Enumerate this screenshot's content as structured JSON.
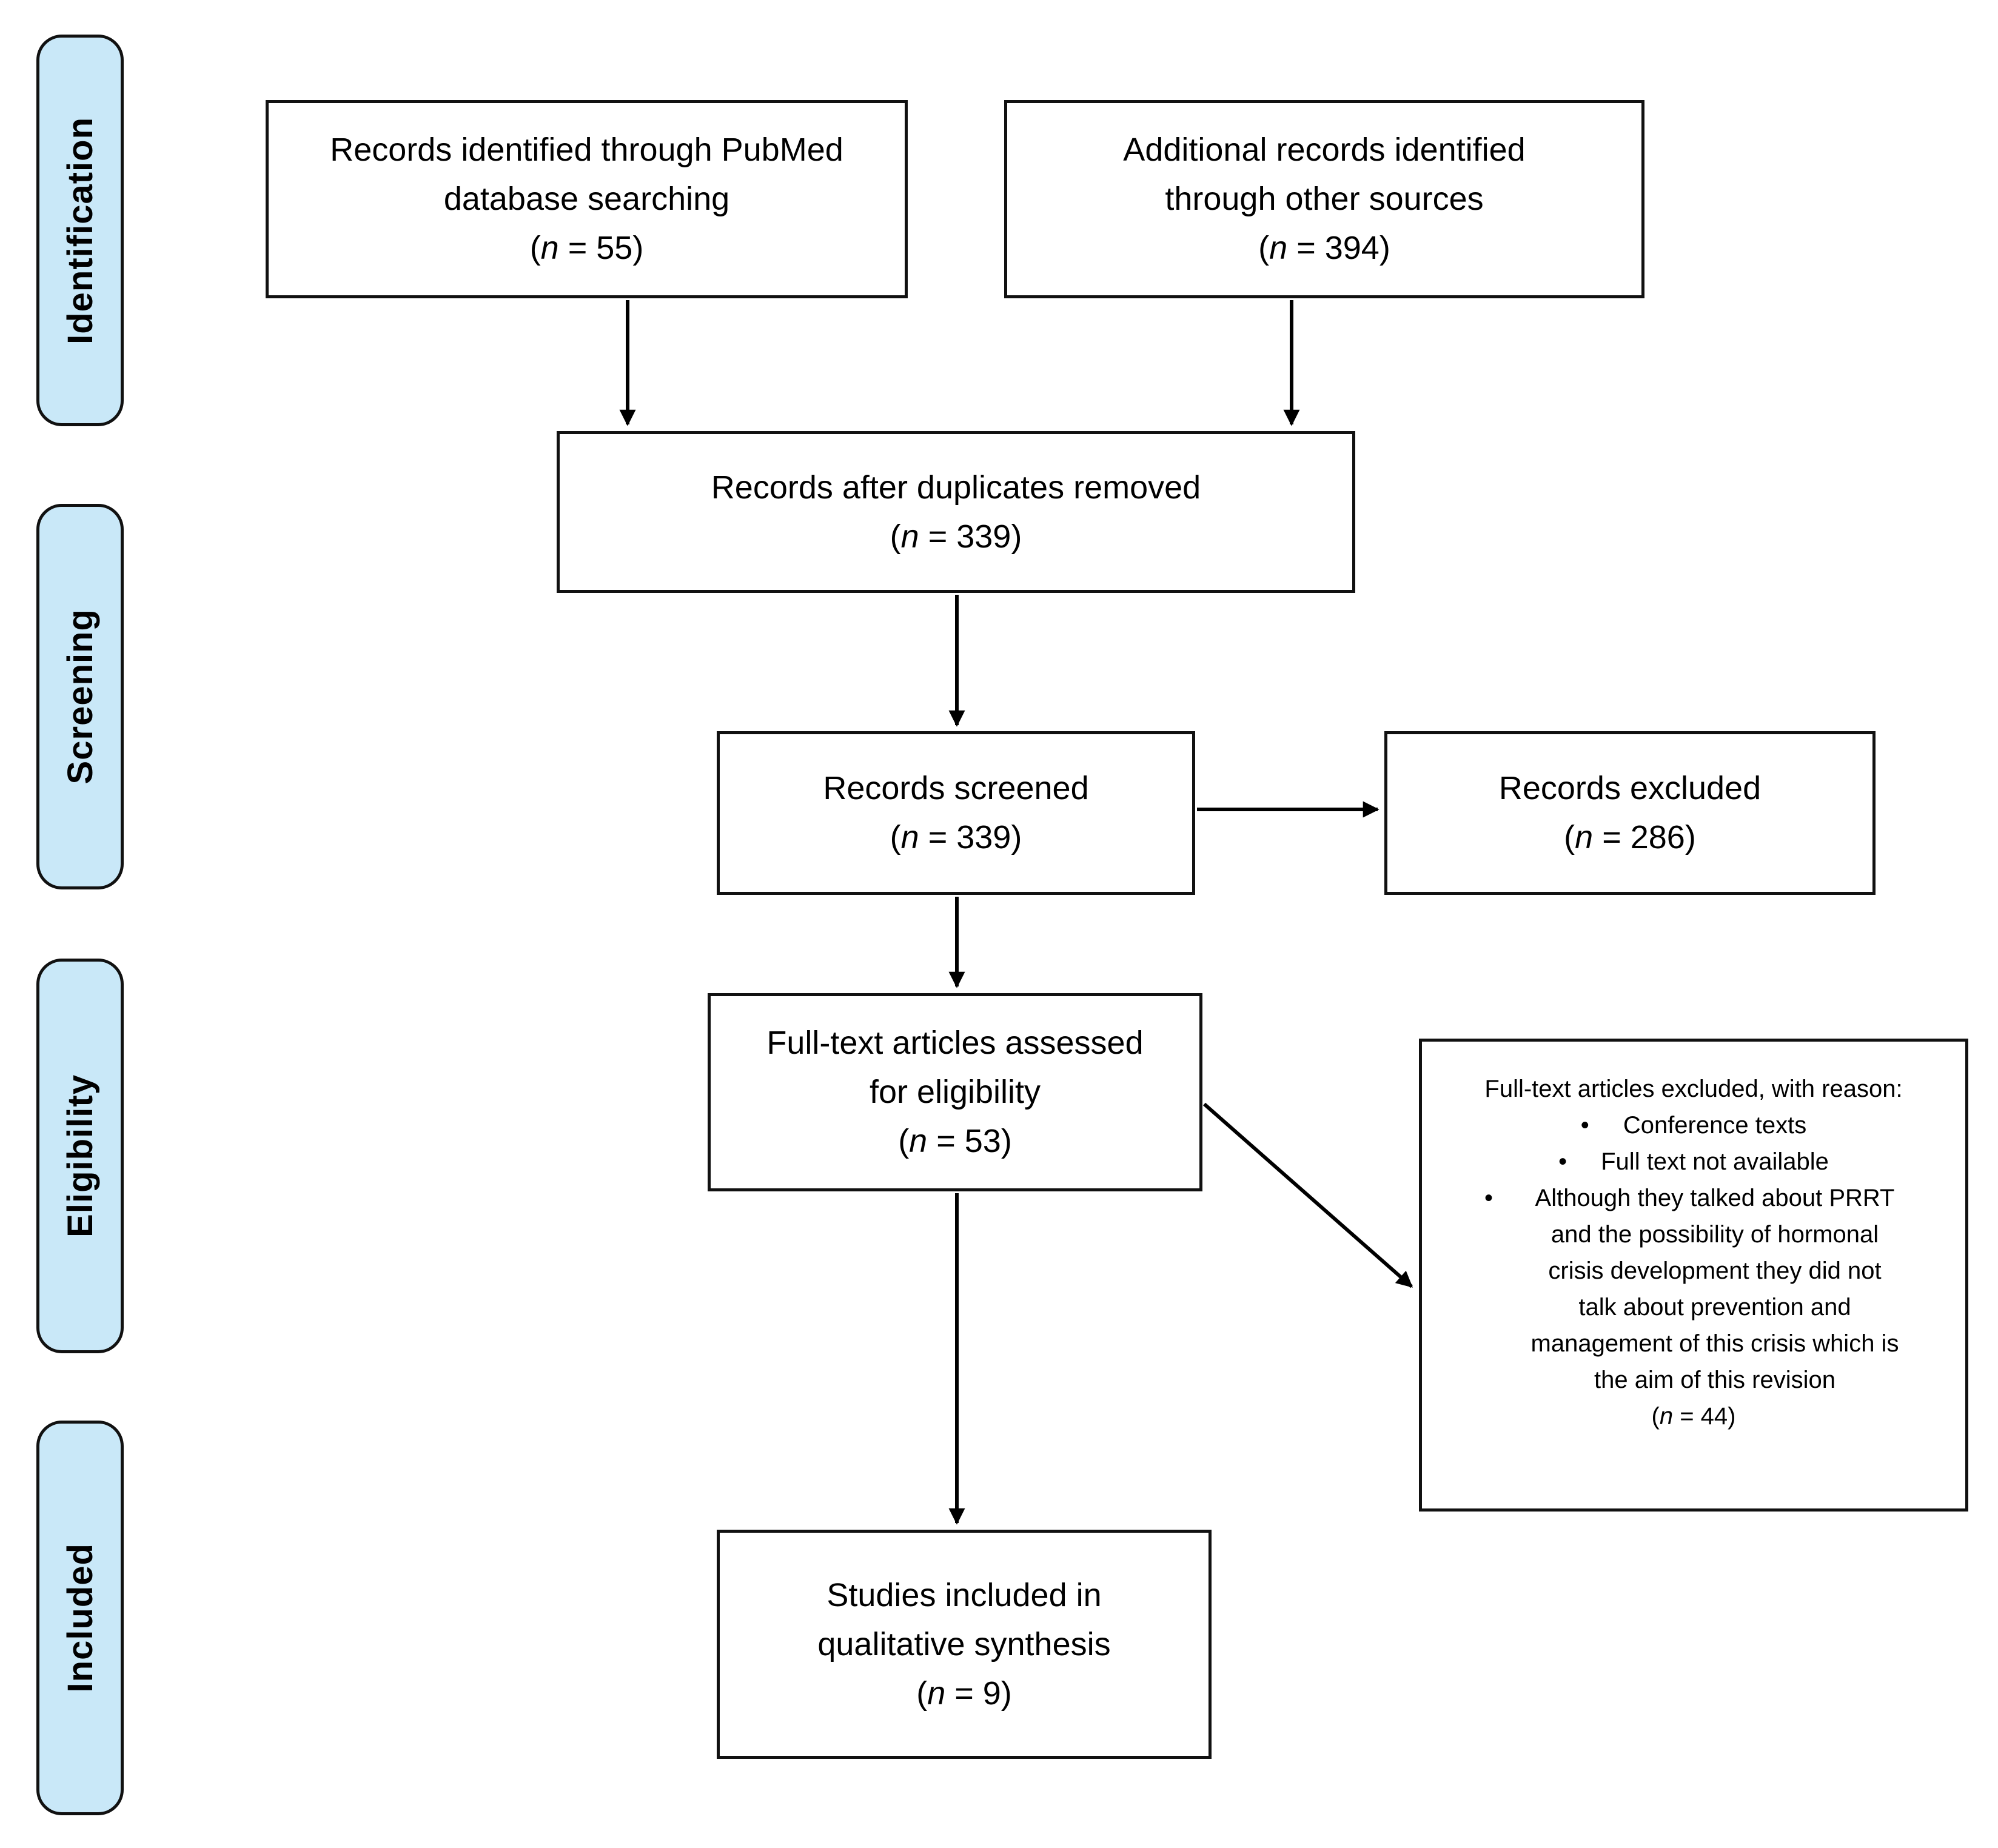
{
  "figure": {
    "type": "prisma-flow-diagram",
    "stages": [
      {
        "label": "Identification"
      },
      {
        "label": "Screening"
      },
      {
        "label": "Eligibility"
      },
      {
        "label": "Included"
      }
    ],
    "bullet_char": "•",
    "boxes": {
      "pubmed": {
        "lines": [
          "Records identified through PubMed",
          "database searching"
        ],
        "n_open": "(",
        "n_var": "n",
        "n_rest": " = 55)"
      },
      "other_sources": {
        "lines": [
          "Additional records identified",
          "through other sources"
        ],
        "n_open": "(",
        "n_var": "n",
        "n_rest": " = 394)"
      },
      "deduplicated": {
        "lines": [
          "Records after duplicates removed"
        ],
        "n_open": "(",
        "n_var": "n",
        "n_rest": " = 339)"
      },
      "screened": {
        "lines": [
          "Records screened"
        ],
        "n_open": "(",
        "n_var": "n",
        "n_rest": " = 339)"
      },
      "excluded": {
        "lines": [
          "Records excluded"
        ],
        "n_open": "(",
        "n_var": "n",
        "n_rest": " = 286)"
      },
      "fulltext": {
        "lines": [
          "Full-text articles assessed",
          "for eligibility"
        ],
        "n_open": "(",
        "n_var": "n",
        "n_rest": " = 53)"
      },
      "fulltext_excluded": {
        "title": "Full-text articles excluded, with reason:",
        "bullets": [
          "Conference texts",
          "Full text not available",
          "Although they talked about PRRT and the possibility of hormonal crisis development they did not talk about prevention and management of this crisis which is the aim of this revision"
        ],
        "n_open": "(",
        "n_var": "n",
        "n_rest": " = 44)"
      },
      "included_studies": {
        "lines": [
          "Studies included in",
          "qualitative synthesis"
        ],
        "n_open": "(",
        "n_var": "n",
        "n_rest": " = 9)"
      }
    },
    "colors": {
      "stage_fill": "#C9E8F8",
      "border": "#111111",
      "arrow": "#000000",
      "background": "#FFFFFF"
    }
  }
}
